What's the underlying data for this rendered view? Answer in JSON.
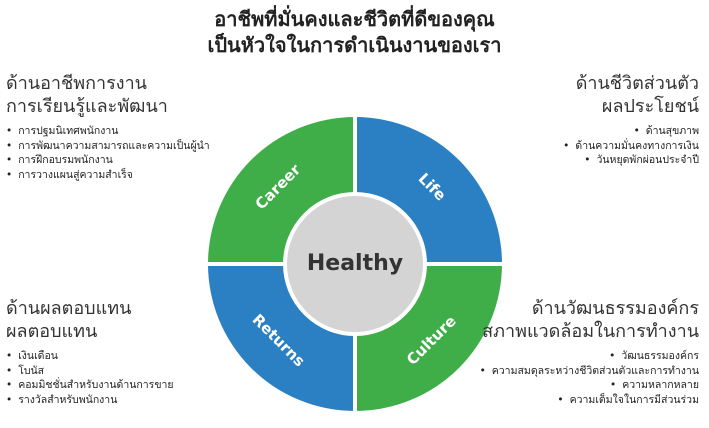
{
  "title": {
    "line1": "อาชีพที่มั่นคงและชีวิตที่ดีของคุณ",
    "line2": "เป็นหัวใจในการดำเนินงานของเรา"
  },
  "wheel": {
    "center": "Healthy",
    "segments": {
      "career": "Career",
      "life": "Life",
      "returns": "Returns",
      "culture": "Culture"
    },
    "colors": {
      "green": "#3fae49",
      "blue": "#2b7fc3",
      "center": "#d4d4d4",
      "divider": "#ffffff"
    }
  },
  "career": {
    "heading1": "ด้านอาชีพการงาน",
    "heading2": "การเรียนรู้และพัฒนา",
    "items": [
      "การปฐมนิเทศพนักงาน",
      "การพัฒนาความสามารถและความเป็นผู้นำ",
      "การฝึกอบรมพนักงาน",
      "การวางแผนสู่ความสำเร็จ"
    ]
  },
  "life": {
    "heading1": "ด้านชีวิตส่วนตัว",
    "heading2": "ผลประโยชน์",
    "items": [
      "ด้านสุขภาพ",
      "ด้านความมั่นคงทางการเงิน",
      "วันหยุดพักผ่อนประจำปี"
    ]
  },
  "returns": {
    "heading1": "ด้านผลตอบแทน",
    "heading2": "ผลตอบแทน",
    "items": [
      "เงินเดือน",
      "โบนัส",
      "คอมมิชชั่นสำหรับงานด้านการขาย",
      "รางวัลสำหรับพนักงาน"
    ]
  },
  "culture": {
    "heading1": "ด้านวัฒนธรรมองค์กร",
    "heading2": "สภาพแวดล้อมในการทำงาน",
    "items": [
      "วัฒนธรรมองค์กร",
      "ความสมดุลระหว่างชีวิตส่วนตัวและการทำงาน",
      "ความหลากหลาย",
      "ความเต็มใจในการมีส่วนร่วม"
    ]
  }
}
